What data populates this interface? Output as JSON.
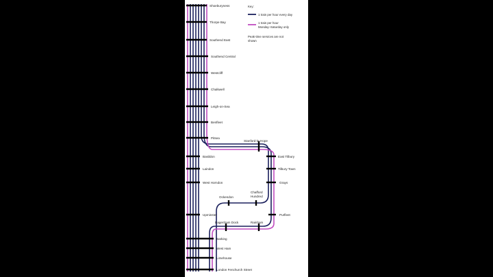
{
  "colors": {
    "background": "#000000",
    "panel": "#ffffff",
    "daily_line": "#1a1f5c",
    "mon_sat_line": "#c04cc0",
    "station_tick": "#000000"
  },
  "key": {
    "title": "Key:",
    "daily_label": "1 train per hour every day",
    "mon_sat_label_line1": "1 train per hour",
    "mon_sat_label_line2": "Monday–Saturday only",
    "note_line1": "Peak-time services are not",
    "note_line2": "shown"
  },
  "stations": {
    "shoeburyness": "Shoeburyness",
    "thorpe_bay": "Thorpe Bay",
    "southend_east": "Southend East",
    "southend_central": "Southend Central",
    "westcliff": "Westcliff",
    "chalkwell": "Chalkwell",
    "leigh_on_sea": "Leigh-on-Sea",
    "benfleet": "Benfleet",
    "pitsea": "Pitsea",
    "stanford_le_hope": "Stanford-le-Hope",
    "east_tilbury": "East Tilbury",
    "tilbury_town": "Tilbury Town",
    "grays": "Grays",
    "basildon": "Basildon",
    "laindon": "Laindon",
    "west_horndon": "West Horndon",
    "ockendon": "Ockendon",
    "chafford_hundred_line1": "Chafford",
    "chafford_hundred_line2": "Hundred",
    "purfleet": "Purfleet",
    "upminster": "Upminster",
    "dagenham_dock": "Dagenham Dock",
    "rainham": "Rainham",
    "barking": "Barking",
    "west_ham": "West Ham",
    "limehouse": "Limehouse",
    "london_fenchurch_street": "London Fenchurch Street"
  }
}
